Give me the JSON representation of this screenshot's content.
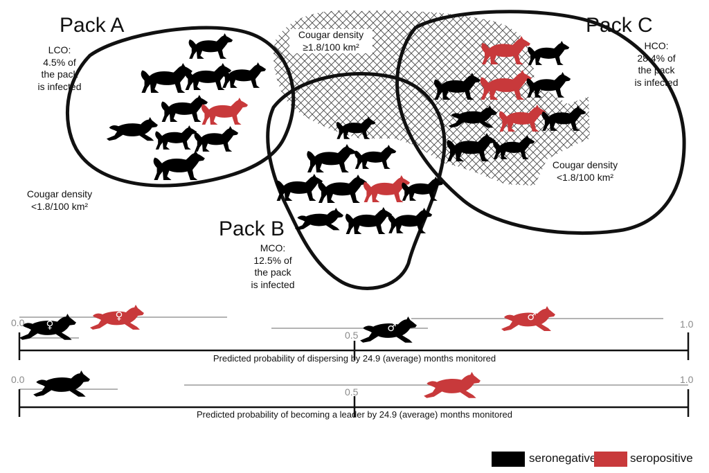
{
  "packs": [
    {
      "title": "Pack A",
      "note": "LCO:\n4.5% of\nthe pack\nis infected",
      "density": "Cougar density\n<1.8/100 km²"
    },
    {
      "title": "Pack B",
      "note": "MCO:\n12.5% of\nthe pack\nis infected"
    },
    {
      "title": "Pack C",
      "note": "HCO:\n28.4% of\nthe pack\nis infected",
      "density": "Cougar density\n<1.8/100 km²"
    }
  ],
  "high_density_label": "Cougar density\n≥1.8/100 km²",
  "scales": [
    {
      "min_label": "0.0",
      "mid_label": "0.5",
      "max_label": "1.0",
      "title": "Predicted probability of dispersing by 24.9 (average) months monitored"
    },
    {
      "min_label": "0.0",
      "mid_label": "0.5",
      "max_label": "1.0",
      "title": "Predicted probability of becoming a leader by 24.9 (average) months monitored"
    }
  ],
  "legend": {
    "seronegative": "seronegative",
    "seropositive": "seropositive",
    "seronegative_color": "#000000",
    "seropositive_color": "#c8393b"
  },
  "symbols": {
    "female": "♀",
    "male": "♂"
  }
}
